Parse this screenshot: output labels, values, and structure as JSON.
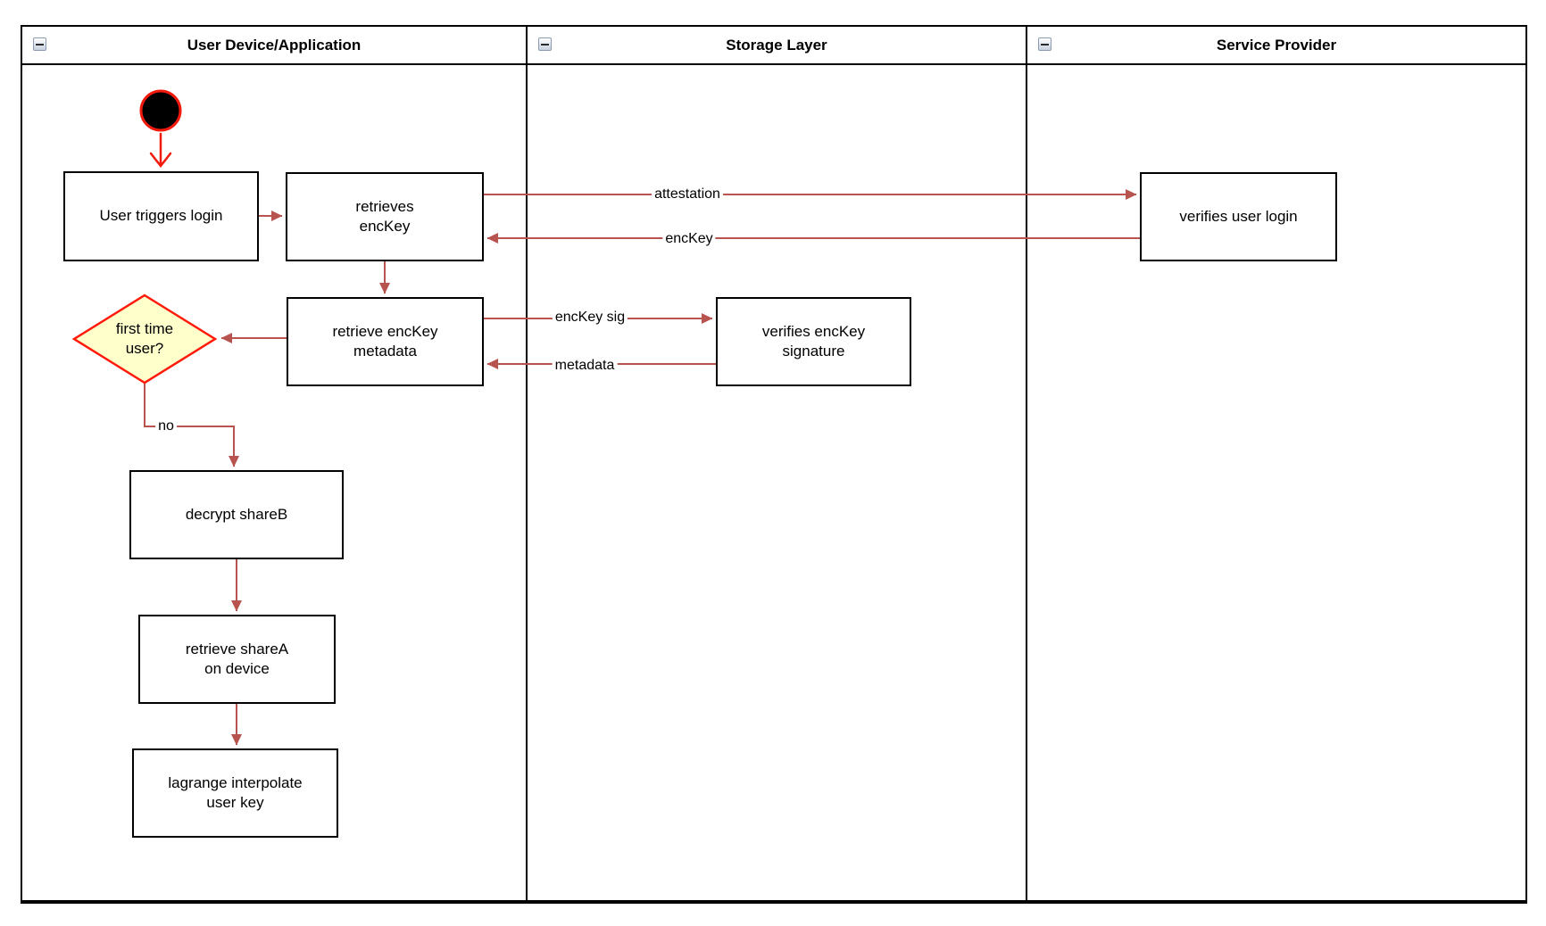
{
  "diagram": {
    "type": "swimlane-activity-diagram",
    "lanes": [
      {
        "title": "User Device/Application",
        "collapse_icon": "minus-square"
      },
      {
        "title": "Storage Layer",
        "collapse_icon": "minus-square"
      },
      {
        "title": "Service Provider",
        "collapse_icon": "minus-square"
      }
    ],
    "nodes": {
      "start": {
        "type": "initial-node",
        "lane": "User Device/Application"
      },
      "user_triggers_login": {
        "label": "User triggers login",
        "type": "action",
        "lane": "User Device/Application"
      },
      "retrieves_enckey": {
        "label": "retrieves\nencKey",
        "type": "action",
        "lane": "User Device/Application"
      },
      "retrieve_enckey_metadata": {
        "label": "retrieve encKey\nmetadata",
        "type": "action",
        "lane": "User Device/Application"
      },
      "first_time_user": {
        "label": "first time\nuser?",
        "type": "decision",
        "lane": "User Device/Application"
      },
      "decrypt_shareb": {
        "label": "decrypt shareB",
        "type": "action",
        "lane": "User Device/Application"
      },
      "retrieve_sharea": {
        "label": "retrieve shareA\non device",
        "type": "action",
        "lane": "User Device/Application"
      },
      "lagrange_interpolate": {
        "label": "lagrange interpolate\nuser key",
        "type": "action",
        "lane": "User Device/Application"
      },
      "verifies_enckey_signature": {
        "label": "verifies encKey\nsignature",
        "type": "action",
        "lane": "Storage Layer"
      },
      "verifies_user_login": {
        "label": "verifies user login",
        "type": "action",
        "lane": "Service Provider"
      }
    },
    "edges": [
      {
        "from": "start",
        "to": "user_triggers_login",
        "label": ""
      },
      {
        "from": "user_triggers_login",
        "to": "retrieves_enckey",
        "label": ""
      },
      {
        "from": "retrieves_enckey",
        "to": "verifies_user_login",
        "label": "attestation"
      },
      {
        "from": "verifies_user_login",
        "to": "retrieves_enckey",
        "label": "encKey"
      },
      {
        "from": "retrieves_enckey",
        "to": "retrieve_enckey_metadata",
        "label": ""
      },
      {
        "from": "retrieve_enckey_metadata",
        "to": "verifies_enckey_signature",
        "label": "encKey sig"
      },
      {
        "from": "verifies_enckey_signature",
        "to": "retrieve_enckey_metadata",
        "label": "metadata"
      },
      {
        "from": "retrieve_enckey_metadata",
        "to": "first_time_user",
        "label": ""
      },
      {
        "from": "first_time_user",
        "to": "decrypt_shareb",
        "label": "no"
      },
      {
        "from": "decrypt_shareb",
        "to": "retrieve_sharea",
        "label": ""
      },
      {
        "from": "retrieve_sharea",
        "to": "lagrange_interpolate",
        "label": ""
      }
    ],
    "colors": {
      "flow_arrow": "#b85450",
      "start_accent": "#f2190d",
      "decision_fill": "#ffffcc",
      "decision_border": "#ff1a0a",
      "node_border": "#000000",
      "node_fill": "#ffffff",
      "lane_border": "#000000"
    }
  }
}
